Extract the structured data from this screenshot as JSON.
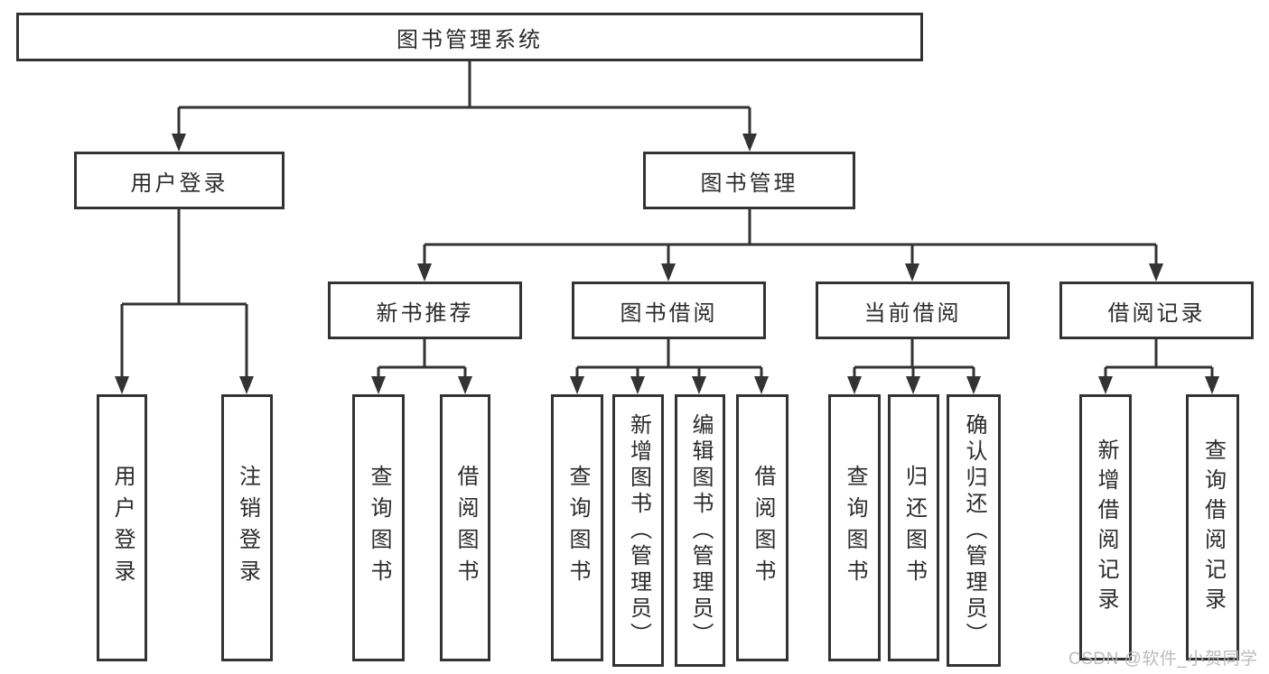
{
  "diagram": {
    "type": "hierarchy-tree",
    "root": {
      "label": "图书管理系统"
    },
    "level2": [
      {
        "label": "用户登录"
      },
      {
        "label": "图书管理"
      }
    ],
    "level3": [
      {
        "label": "新书推荐",
        "parent": "图书管理"
      },
      {
        "label": "图书借阅",
        "parent": "图书管理"
      },
      {
        "label": "当前借阅",
        "parent": "图书管理"
      },
      {
        "label": "借阅记录",
        "parent": "图书管理"
      }
    ],
    "leaves": [
      {
        "label": "用户登录",
        "parent": "用户登录"
      },
      {
        "label": "注销登录",
        "parent": "用户登录"
      },
      {
        "label": "查询图书",
        "parent": "新书推荐"
      },
      {
        "label": "借阅图书",
        "parent": "新书推荐"
      },
      {
        "label": "查询图书",
        "parent": "图书借阅"
      },
      {
        "label": "新增图书（管理员）",
        "parent": "图书借阅"
      },
      {
        "label": "编辑图书（管理员）",
        "parent": "图书借阅"
      },
      {
        "label": "借阅图书",
        "parent": "图书借阅"
      },
      {
        "label": "查询图书",
        "parent": "当前借阅"
      },
      {
        "label": "归还图书",
        "parent": "当前借阅"
      },
      {
        "label": "确认归还（管理员）",
        "parent": "当前借阅"
      },
      {
        "label": "新增借阅记录",
        "parent": "借阅记录"
      },
      {
        "label": "查询借阅记录",
        "parent": "借阅记录"
      }
    ]
  },
  "watermark": {
    "text": "CSDN @软件_小贺同学"
  },
  "colors": {
    "line": "#333333",
    "text": "#2b2b2b",
    "watermark": "#b6b6b6",
    "background": "#ffffff"
  }
}
